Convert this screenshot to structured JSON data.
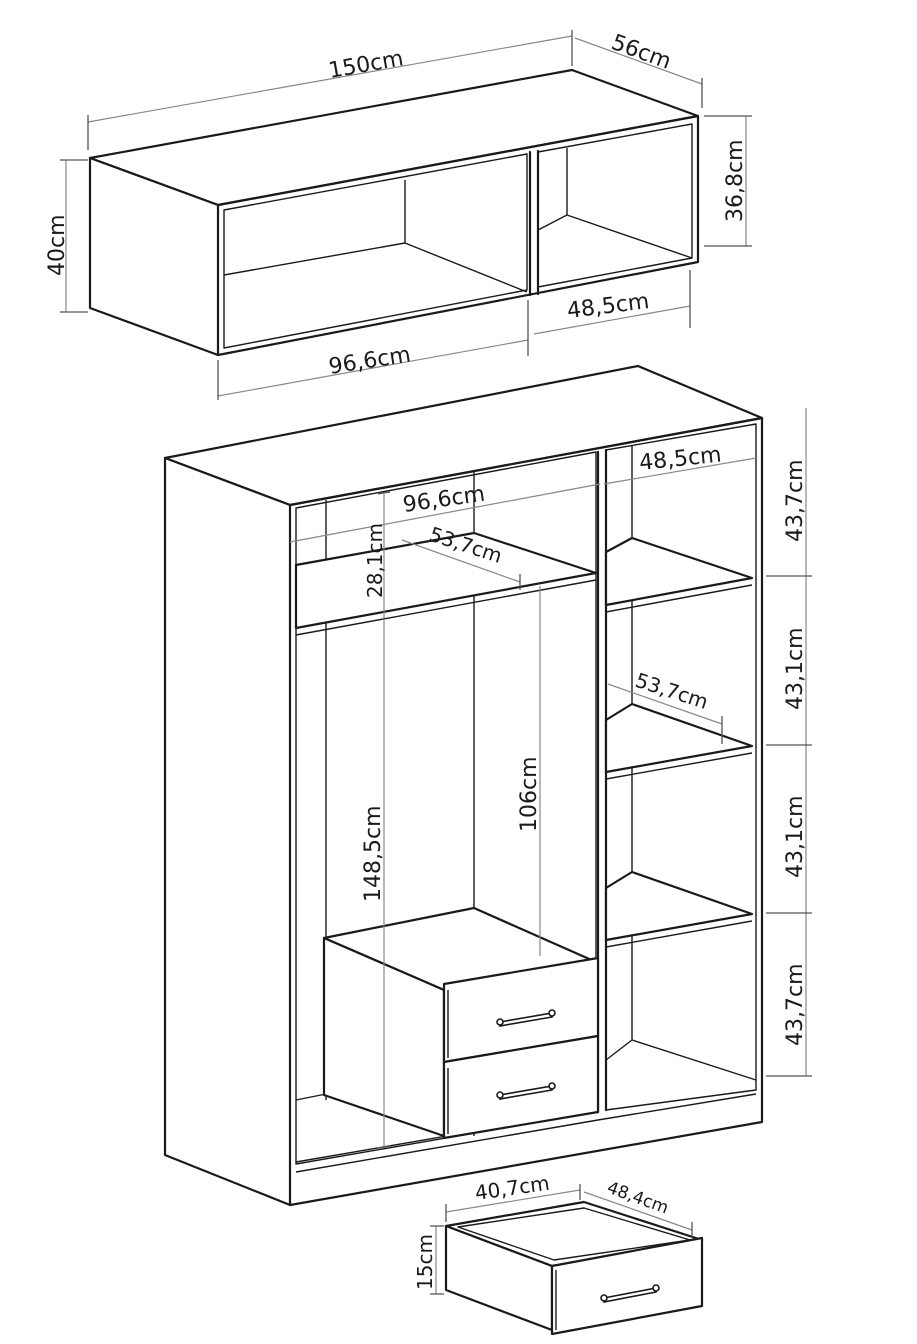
{
  "colors": {
    "line": "#1a1a1a",
    "dimension_line": "#888888",
    "background": "#ffffff"
  },
  "top_unit": {
    "width": "150cm",
    "depth": "56cm",
    "height": "40cm",
    "inner_height": "36,8cm",
    "left_compartment": "96,6cm",
    "right_compartment": "48,5cm"
  },
  "wardrobe": {
    "left_width": "96,6cm",
    "right_width": "48,5cm",
    "top_shelf_height": "28,1cm",
    "shelf_depth_left": "53,7cm",
    "shelf_depth_right": "53,7cm",
    "hanging_height_total": "148,5cm",
    "hanging_height_above_drawers": "106cm",
    "right_section_heights": [
      "43,7cm",
      "43,1cm",
      "43,1cm",
      "43,7cm"
    ]
  },
  "drawer": {
    "width": "40,7cm",
    "depth": "48,4cm",
    "height": "15cm"
  }
}
